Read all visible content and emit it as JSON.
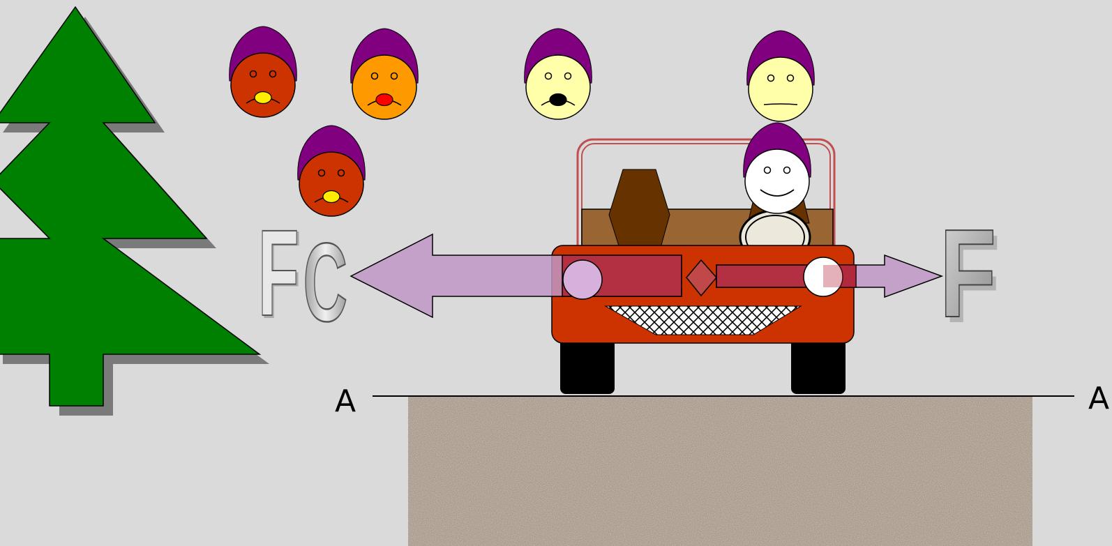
{
  "labels": {
    "fc_f": "F",
    "fc_c": "C",
    "f_right": "F",
    "a_left": "A",
    "a_right": "A"
  },
  "colors": {
    "background": "#dadada",
    "tree": "#008000",
    "car_body": "#cc3300",
    "arrow": "#c096c4",
    "hat": "#800080",
    "ground": "#a89888"
  },
  "faces": [
    {
      "name": "face-1",
      "skin": "#cc3300",
      "mouth": "#ffee00",
      "expression": "pouting"
    },
    {
      "name": "face-2",
      "skin": "#ff9900",
      "mouth": "#ff0000",
      "expression": "pouting"
    },
    {
      "name": "face-3",
      "skin": "#ffffaa",
      "mouth": "#000000",
      "expression": "pouting"
    },
    {
      "name": "face-4",
      "skin": "#ffffaa",
      "mouth": "#000000",
      "expression": "neutral"
    },
    {
      "name": "face-5",
      "skin": "#cc3300",
      "mouth": "#ffee00",
      "expression": "pouting"
    },
    {
      "name": "driver-face",
      "skin": "#ffffff",
      "mouth": "#000000",
      "expression": "smiling"
    }
  ]
}
